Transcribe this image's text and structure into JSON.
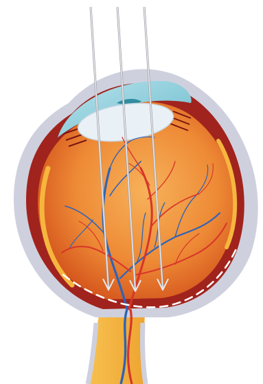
{
  "diagram": {
    "subject": "eye-cross-section",
    "colors": {
      "background": "#ffffff",
      "sclera_outer": "#cfd0de",
      "sclera_shadow": "#b9bacb",
      "choroid": "#a1231d",
      "choroid_dark": "#7a1512",
      "vitreous_center": "#f4a44a",
      "vitreous_edge": "#d4541c",
      "retina_band": "#f6b63e",
      "cornea": "#93d3e2",
      "cornea_dark": "#5fb3c7",
      "lens": "#e9f1f7",
      "iris": "#2f8da0",
      "optic_nerve": "#f3b13d",
      "artery": "#d8352a",
      "vein": "#2f63b6",
      "light_ray": "#e8e8ea",
      "focus_arc": "#ffffff"
    },
    "light_rays": {
      "count": 3
    },
    "focus_arc_style": "dashed"
  }
}
